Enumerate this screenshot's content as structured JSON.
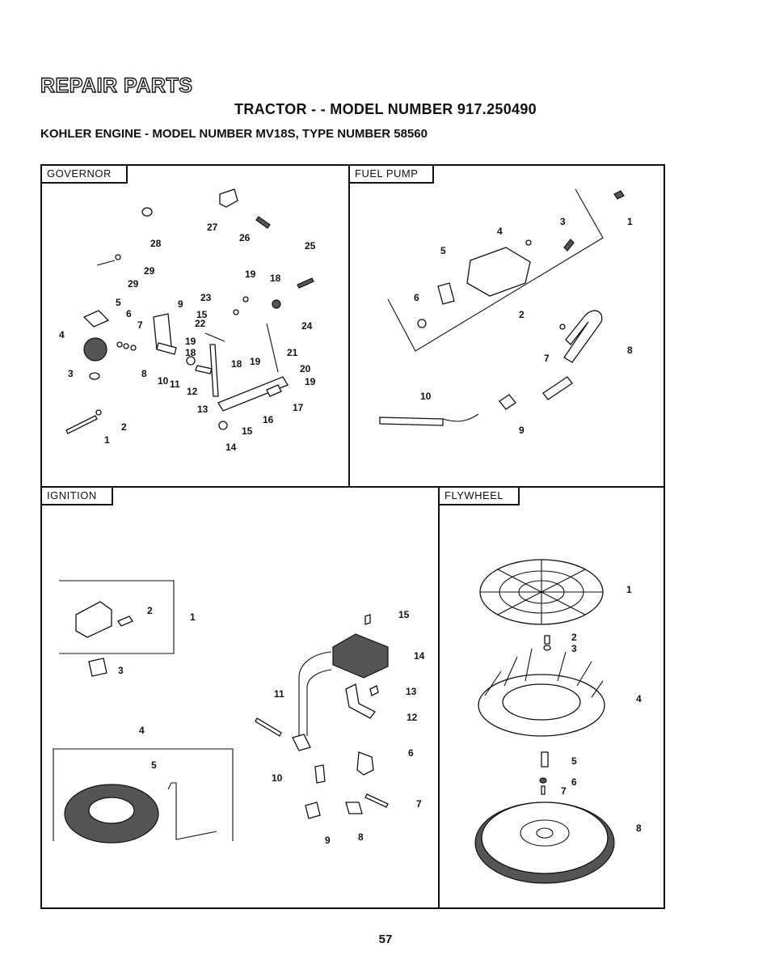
{
  "header": {
    "title": "REPAIR PARTS",
    "model_line": "TRACTOR - - MODEL NUMBER 917.250490",
    "engine_line": "KOHLER ENGINE - MODEL NUMBER MV18S, TYPE NUMBER 58560"
  },
  "sections": {
    "governor": {
      "label": "GOVERNOR",
      "callouts": [
        "1",
        "2",
        "3",
        "4",
        "5",
        "6",
        "7",
        "8",
        "9",
        "10",
        "11",
        "12",
        "13",
        "14",
        "15",
        "15",
        "16",
        "17",
        "18",
        "18",
        "18",
        "19",
        "19",
        "19",
        "19",
        "20",
        "21",
        "22",
        "23",
        "24",
        "25",
        "26",
        "27",
        "28",
        "29"
      ]
    },
    "fuel_pump": {
      "label": "FUEL PUMP",
      "callouts": [
        "1",
        "2",
        "3",
        "4",
        "5",
        "6",
        "7",
        "8",
        "9",
        "10"
      ]
    },
    "ignition": {
      "label": "IGNITION",
      "callouts": [
        "1",
        "2",
        "3",
        "4",
        "5",
        "6",
        "7",
        "8",
        "9",
        "10",
        "11",
        "12",
        "13",
        "14",
        "15"
      ]
    },
    "flywheel": {
      "label": "FLYWHEEL",
      "callouts": [
        "1",
        "2",
        "3",
        "4",
        "5",
        "6",
        "7",
        "8"
      ]
    }
  },
  "page_number": "57"
}
